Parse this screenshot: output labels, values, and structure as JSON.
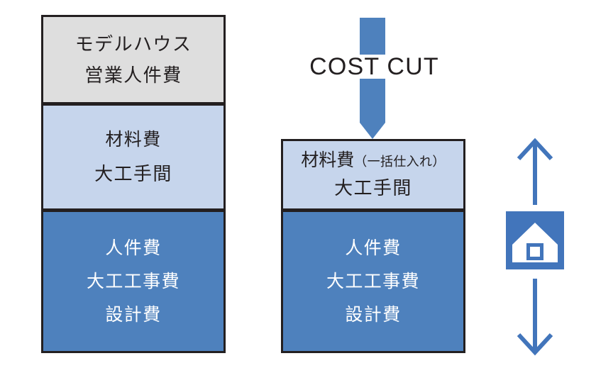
{
  "diagram": {
    "title_text": "COST CUT",
    "colors": {
      "dark_blue": "#4e81bd",
      "light_blue": "#c6d5ec",
      "gray": "#dedede",
      "outline": "#231f20",
      "white": "#ffffff"
    }
  },
  "before_stack": {
    "name": "before-cost-structure",
    "segments": [
      {
        "id": "model-house",
        "fill": "#dedede",
        "text_color": "#231f20",
        "lines": [
          "モデルハウス",
          "営業人件費"
        ]
      },
      {
        "id": "materials",
        "fill": "#c6d5ec",
        "text_color": "#231f20",
        "lines": [
          "材料費",
          "大工手間"
        ]
      },
      {
        "id": "labor",
        "fill": "#4e81bd",
        "text_color": "#ffffff",
        "lines": [
          "人件費",
          "大工工事費",
          "設計費"
        ]
      }
    ]
  },
  "after_stack": {
    "name": "after-cost-structure",
    "segments": [
      {
        "id": "materials-bulk",
        "fill": "#c6d5ec",
        "text_color": "#231f20",
        "main": "材料費",
        "note": "（一括仕入れ）",
        "lines": [
          "大工手間"
        ]
      },
      {
        "id": "labor",
        "fill": "#4e81bd",
        "text_color": "#ffffff",
        "lines": [
          "人件費",
          "大工工事費",
          "設計費"
        ]
      }
    ]
  },
  "icons": {
    "cost_cut_arrow": "down-arrow-icon",
    "up_arrow": "up-arrow-icon",
    "down_arrow": "down-arrow-icon",
    "house": "house-icon"
  }
}
